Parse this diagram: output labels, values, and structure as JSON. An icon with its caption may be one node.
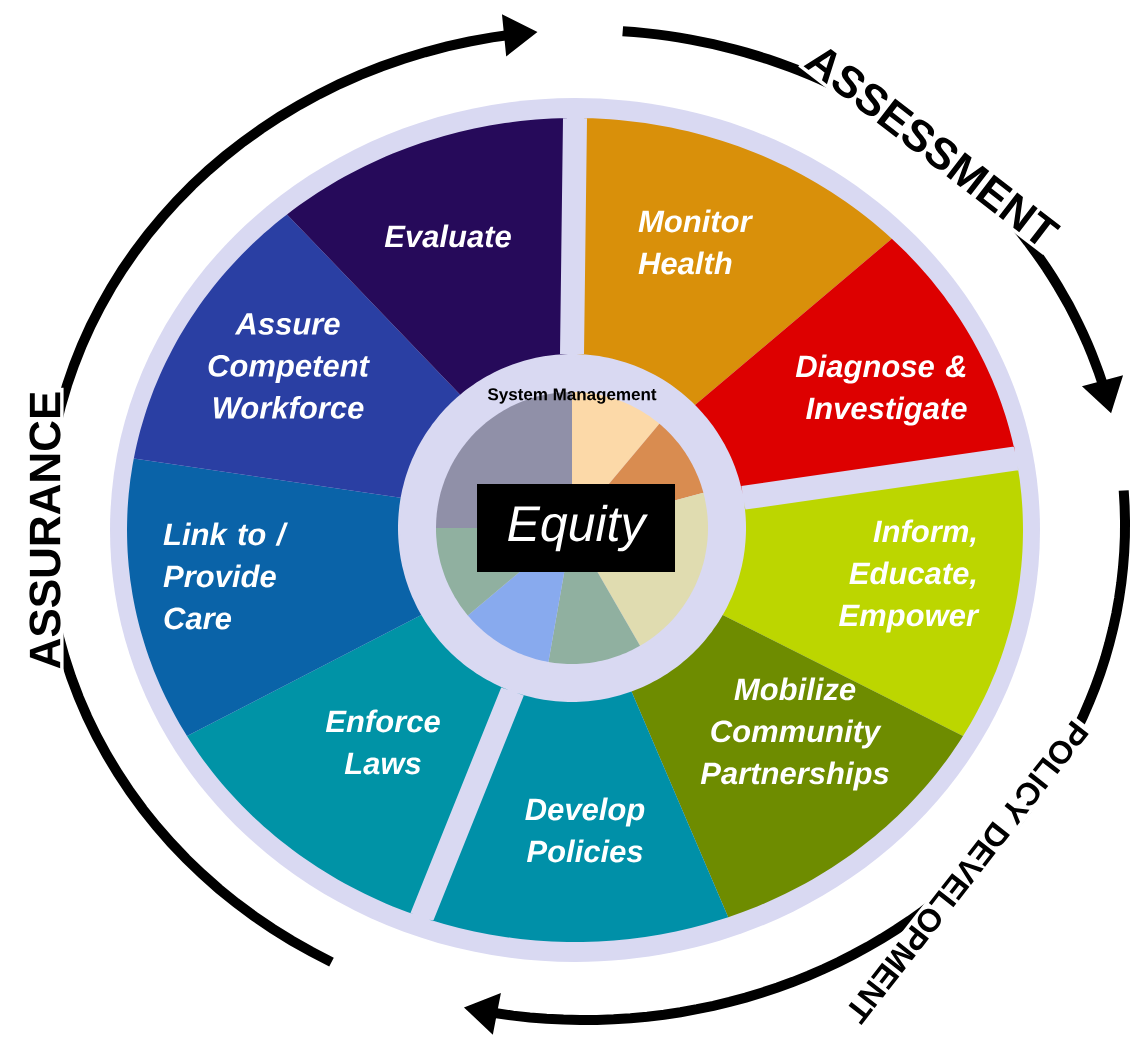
{
  "diagram": {
    "nodes": [
      {
        "text": [
          "Monitor Health"
        ]
      },
      {
        "text": [
          "Diagnose & Investigate"
        ]
      },
      {
        "text": [
          "Inform, Educate, Empower"
        ]
      },
      {
        "text": [
          "Mobilize Community Partnerships"
        ]
      },
      {
        "text": [
          "Develop Policies"
        ]
      },
      {
        "text": [
          "Enforce Laws"
        ]
      },
      {
        "text": [
          "Link to / Provide Care"
        ]
      },
      {
        "text": [
          "Assure Competent Workforce"
        ]
      },
      {
        "text": [
          "Evaluate"
        ]
      },
      {
        "text": [
          "System Management"
        ]
      },
      {
        "text": [
          "Equity"
        ],
        "in": 9
      }
    ],
    "labels": [
      "ASSESSMENT",
      "POLICY DEVELOPMENT",
      "ASSURANCE"
    ]
  }
}
